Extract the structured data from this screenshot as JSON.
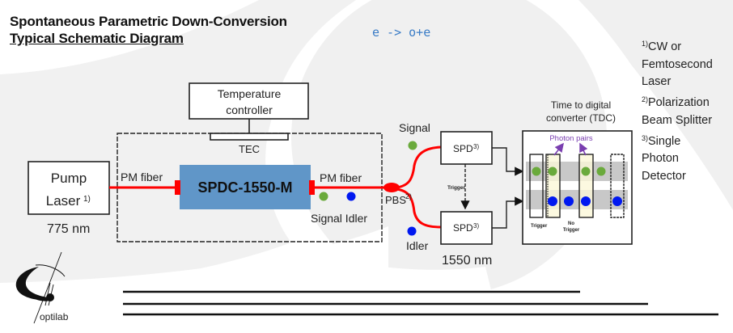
{
  "header": {
    "title": "Spontaneous Parametric Down-Conversion",
    "subtitle": "Typical Schematic Diagram",
    "formula": "e -> o+e"
  },
  "notes": [
    {
      "marker": "1)",
      "text": "CW or",
      "lines": [
        "Femtosecond",
        "Laser"
      ]
    },
    {
      "marker": "2)",
      "text": "Polarization",
      "lines": [
        "Beam Splitter"
      ]
    },
    {
      "marker": "3)",
      "text": "Single",
      "lines": [
        "Photon",
        "Detector"
      ]
    }
  ],
  "diagram": {
    "pump_laser": {
      "line1": "Pump",
      "line2": "Laser",
      "marker": "1)",
      "wavelength": "775 nm"
    },
    "temperature_controller": {
      "line1": "Temperature",
      "line2": "controller"
    },
    "tec": "TEC",
    "fiber_in": "PM fiber",
    "fiber_out": "PM fiber",
    "crystal": "SPDC-1550-M",
    "signal_idler_label": "Signal Idler",
    "pbs": {
      "label": "PBS",
      "marker": "2)"
    },
    "signal_label": "Signal",
    "idler_label": "Idler",
    "spd_top": {
      "label": "SPD",
      "marker": "3)"
    },
    "spd_bottom": {
      "label": "SPD",
      "marker": "3)"
    },
    "trigger_label": "Trigger",
    "output_wavelength": "1550 nm",
    "tdc": {
      "title_line1": "Time to digital",
      "title_line2": "converter (TDC)",
      "photon_pairs": "Photon pairs",
      "trigger": "Trigger",
      "no_trigger_line1": "No",
      "no_trigger_line2": "Trigger"
    },
    "colors": {
      "fiber": "#ff0000",
      "crystal": "#6096c8",
      "signal": "#6aaa3c",
      "idler": "#0018f0",
      "photon_pairs": "#7a3fb0",
      "window_highlight": "#fbf8d8",
      "band": "#c8c8c8"
    }
  },
  "logo": {
    "text": "optilab"
  }
}
